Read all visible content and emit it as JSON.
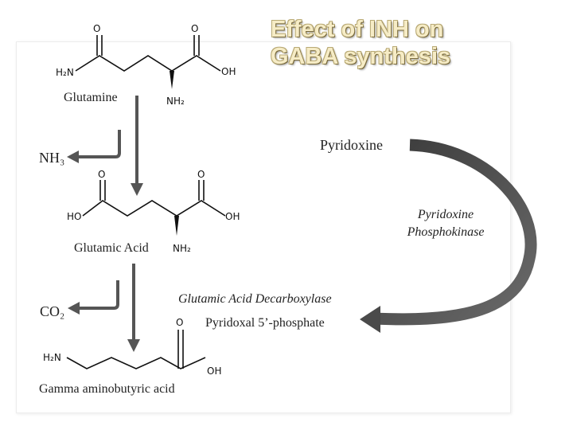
{
  "title": "Effect of INH on GABA synthesis",
  "title_line1": "Effect of INH on",
  "title_line2": "GABA synthesis",
  "compounds": {
    "glutamine": {
      "name": "Glutamine",
      "atoms": {
        "o1": "O",
        "o2": "O",
        "amide_n": "H₂N",
        "oh": "OH",
        "nh2": "NH₂"
      }
    },
    "glutamic_acid": {
      "name": "Glutamic Acid",
      "atoms": {
        "o1": "O",
        "o2": "O",
        "ho": "HO",
        "oh": "OH",
        "nh2": "NH₂"
      }
    },
    "gaba": {
      "name": "Gamma aminobutyric acid",
      "atoms": {
        "amine": "H₂N",
        "o": "O",
        "oh": "OH"
      }
    }
  },
  "byproducts": {
    "ammonia": "NH₃",
    "carbon_dioxide": "CO₂"
  },
  "cycle": {
    "start": "Pyridoxine",
    "enzyme": "Pyridoxine Phosphokinase",
    "enzyme_line1": "Pyridoxine",
    "enzyme_line2": "Phosphokinase"
  },
  "step2": {
    "enzyme": "Glutamic Acid Decarboxylase",
    "cofactor": "Pyridoxal 5’-phosphate"
  },
  "colors": {
    "arrow": "#555555",
    "bond": "#111111",
    "title_fill": "#f6ecc6",
    "title_outline": "#8a7a48"
  }
}
